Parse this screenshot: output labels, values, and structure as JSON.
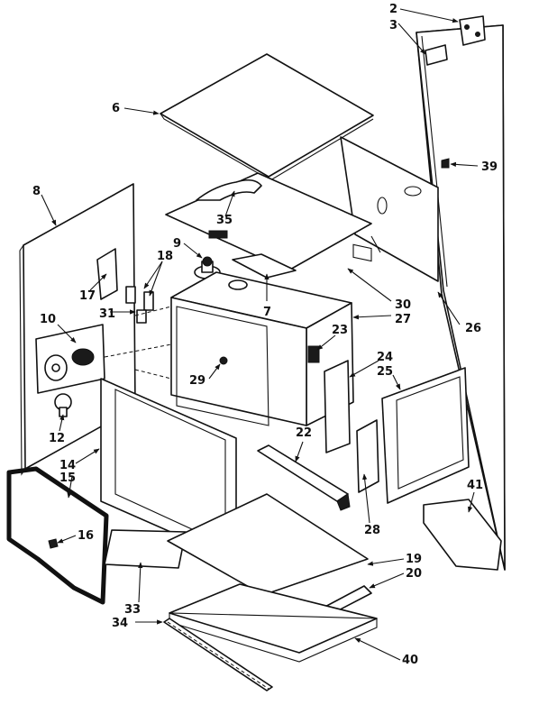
{
  "callouts": {
    "c2": "2",
    "c3": "3",
    "c6": "6",
    "c39": "39",
    "c8": "8",
    "c35": "35",
    "c9": "9",
    "c18": "18",
    "c17": "17",
    "c31": "31",
    "c7": "7",
    "c30": "30",
    "c27": "27",
    "c26": "26",
    "c10": "10",
    "c23": "23",
    "c24": "24",
    "c25": "25",
    "c29": "29",
    "c12": "12",
    "c22": "22",
    "c14": "14",
    "c15": "15",
    "c41": "41",
    "c16": "16",
    "c28": "28",
    "c19": "19",
    "c20": "20",
    "c33": "33",
    "c34": "34",
    "c40": "40"
  }
}
